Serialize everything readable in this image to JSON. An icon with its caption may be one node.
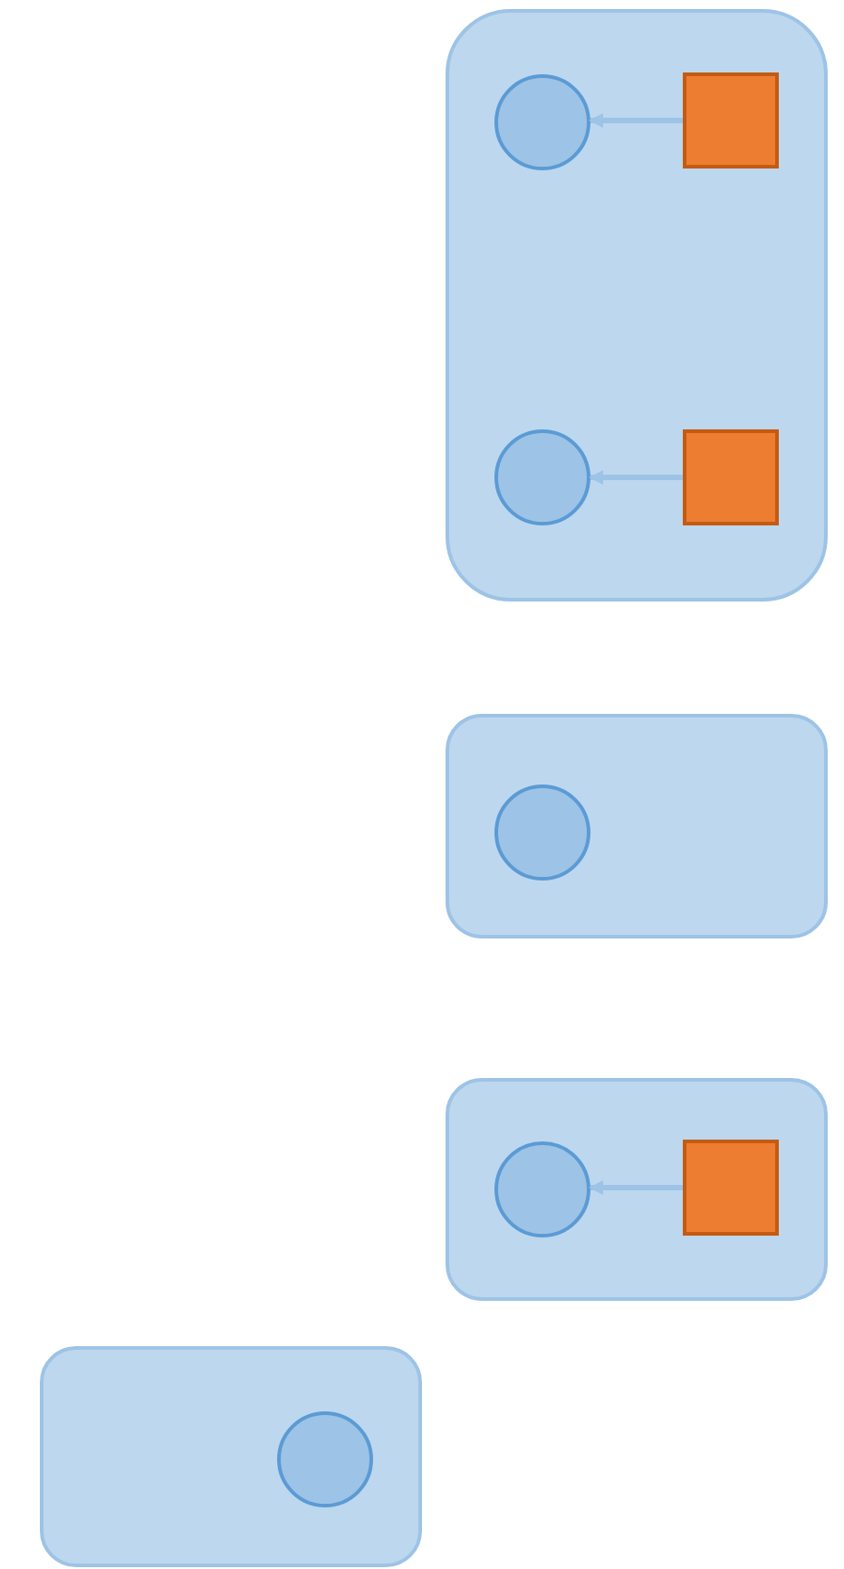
{
  "diagram": {
    "nodes": [
      {
        "text": [],
        "shape": "box"
      },
      {
        "text": [],
        "shape": "circle",
        "in": 0
      },
      {
        "text": [],
        "shape": "box",
        "in": 0
      },
      {
        "text": [],
        "shape": "circle",
        "in": 0
      },
      {
        "text": [],
        "shape": "box",
        "in": 0
      },
      {
        "text": [],
        "shape": "box"
      },
      {
        "text": [],
        "shape": "circle",
        "in": 5
      },
      {
        "text": [],
        "shape": "box"
      },
      {
        "text": [],
        "shape": "circle",
        "in": 7
      },
      {
        "text": [],
        "shape": "box",
        "in": 7
      },
      {
        "text": [],
        "shape": "box"
      },
      {
        "text": [],
        "shape": "circle",
        "in": 10
      }
    ],
    "edges": [
      {
        "from": 2,
        "to": 1,
        "arrow": "to"
      },
      {
        "from": 4,
        "to": 3,
        "arrow": "to"
      },
      {
        "from": 9,
        "to": 8,
        "arrow": "to"
      }
    ]
  }
}
